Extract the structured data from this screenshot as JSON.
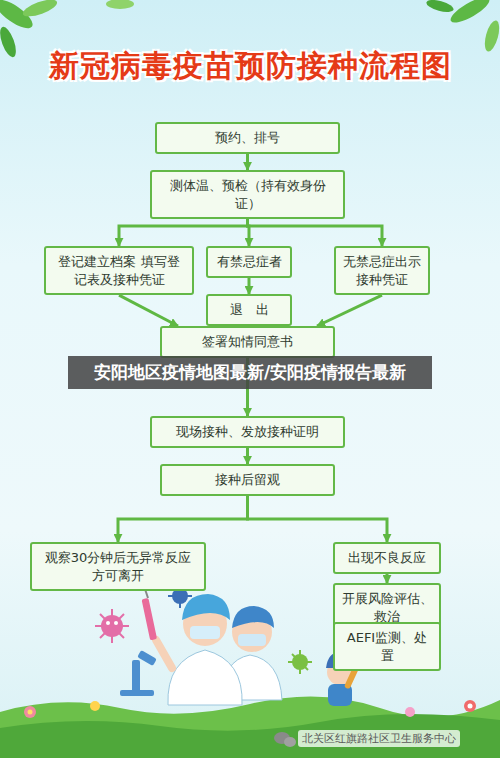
{
  "diagram": {
    "title": "新冠病毒疫苗预防接种流程图",
    "nodes": [
      {
        "text": [
          "预约、排号"
        ]
      },
      {
        "text": [
          "测体温、预检（持有效身份证）"
        ]
      },
      {
        "text": [
          "登记建立档案 填写登记表及接种凭证"
        ]
      },
      {
        "text": [
          "有禁忌症者"
        ]
      },
      {
        "text": [
          "无禁忌症出示 接种凭证"
        ]
      },
      {
        "text": [
          "退　出"
        ]
      },
      {
        "text": [
          "签署知情同意书"
        ]
      },
      {
        "text": [
          "现场接种、发放接种证明"
        ]
      },
      {
        "text": [
          "接种后留观"
        ]
      },
      {
        "text": [
          "观察30分钟后无异常反应 方可离开"
        ]
      },
      {
        "text": [
          "出现不良反应"
        ]
      },
      {
        "text": [
          "开展风险评估、救治"
        ]
      },
      {
        "text": [
          "AEFI监测、处置"
        ]
      }
    ],
    "edges": [
      {
        "from": 0,
        "to": 1,
        "arrow": "to"
      },
      {
        "from": 1,
        "to": 2,
        "arrow": "to"
      },
      {
        "from": 1,
        "to": 3,
        "arrow": "to"
      },
      {
        "from": 1,
        "to": 4,
        "arrow": "to"
      },
      {
        "from": 3,
        "to": 5,
        "arrow": "to"
      },
      {
        "from": 2,
        "to": 6,
        "arrow": "to"
      },
      {
        "from": 4,
        "to": 6,
        "arrow": "to"
      },
      {
        "from": 6,
        "to": 7,
        "arrow": "to"
      },
      {
        "from": 7,
        "to": 8,
        "arrow": "to"
      },
      {
        "from": 8,
        "to": 9,
        "arrow": "to"
      },
      {
        "from": 8,
        "to": 10,
        "arrow": "to"
      },
      {
        "from": 10,
        "to": 11,
        "arrow": "to"
      },
      {
        "from": 11,
        "to": 12,
        "arrow": "to"
      }
    ],
    "labels": [
      "安阳地区疫情地图最新/安阳疫情报告最新",
      "北关区红旗路社区卫生服务中心"
    ]
  }
}
